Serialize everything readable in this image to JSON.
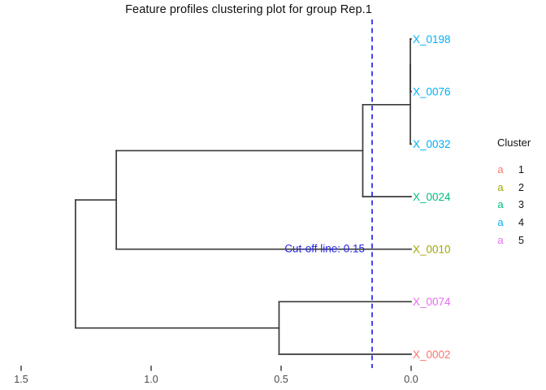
{
  "chart_data": {
    "type": "dendrogram",
    "title": "Feature profiles clustering plot for group Rep.1",
    "orientation": "horizontal, leaves on right at height 0",
    "x_axis": {
      "ticks": [
        1.5,
        1.0,
        0.5,
        0.0
      ],
      "range_px_note": "height axis decreasing to the right",
      "grid": false
    },
    "leaves": [
      {
        "label": "X_0198",
        "cluster": 4
      },
      {
        "label": "X_0076",
        "cluster": 4
      },
      {
        "label": "X_0032",
        "cluster": 4
      },
      {
        "label": "X_0024",
        "cluster": 3
      },
      {
        "label": "X_0010",
        "cluster": 2
      },
      {
        "label": "X_0074",
        "cluster": 5
      },
      {
        "label": "X_0002",
        "cluster": 1
      }
    ],
    "tree": {
      "h": 1.291,
      "children": [
        {
          "h": 1.134,
          "children": [
            {
              "h": 0.186,
              "children": [
                {
                  "h": 0.003,
                  "children": [
                    {
                      "h": 0.003,
                      "children": [
                        {
                          "leaf": 0
                        },
                        {
                          "leaf": 1
                        }
                      ]
                    },
                    {
                      "leaf": 2
                    }
                  ]
                },
                {
                  "leaf": 3
                }
              ]
            },
            {
              "leaf": 4
            }
          ]
        },
        {
          "h": 0.508,
          "children": [
            {
              "leaf": 5
            },
            {
              "leaf": 6
            }
          ]
        }
      ]
    },
    "merges": [
      {
        "members": [
          "X_0198",
          "X_0076"
        ],
        "height": 0.003
      },
      {
        "members": [
          "X_0198",
          "X_0076",
          "X_0032"
        ],
        "height": 0.003
      },
      {
        "members": [
          "X_0198",
          "X_0076",
          "X_0032",
          "X_0024"
        ],
        "height": 0.186
      },
      {
        "members": [
          "X_0198",
          "X_0076",
          "X_0032",
          "X_0024",
          "X_0010"
        ],
        "height": 1.134
      },
      {
        "members": [
          "X_0074",
          "X_0002"
        ],
        "height": 0.508
      },
      {
        "members": [
          "all"
        ],
        "height": 1.291
      }
    ],
    "cutoff": {
      "value": 0.15,
      "label": "Cut-off line: 0.15",
      "color": "#2525E6"
    },
    "legend": {
      "title": "Cluster",
      "entries": [
        {
          "key": "a",
          "label": "1",
          "color": "#F8766D"
        },
        {
          "key": "a",
          "label": "2",
          "color": "#A3A500"
        },
        {
          "key": "a",
          "label": "3",
          "color": "#00BF7D"
        },
        {
          "key": "a",
          "label": "4",
          "color": "#00B0F6"
        },
        {
          "key": "a",
          "label": "5",
          "color": "#E76BF3"
        }
      ]
    },
    "cluster_colors": {
      "1": "#F8766D",
      "2": "#A3A500",
      "3": "#00BF7D",
      "4": "#00B0F6",
      "5": "#E76BF3"
    },
    "branch_color": "#3a3a3a",
    "axis_text_color": "#4a4a4a"
  }
}
